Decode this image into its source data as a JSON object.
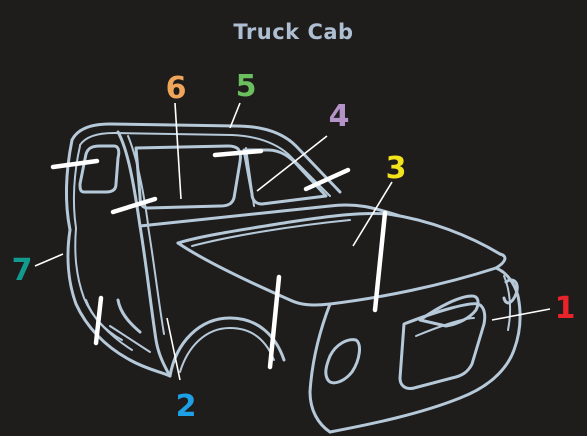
{
  "title": "Truck Cab",
  "colors": {
    "background": "#1f1c1c",
    "outline": "#b6c9d9",
    "title": "#aebfd2",
    "section_lines": "#ffffff"
  },
  "callouts": [
    {
      "id": "1",
      "label": "1",
      "color": "#e8232a"
    },
    {
      "id": "2",
      "label": "2",
      "color": "#1ea0e6"
    },
    {
      "id": "3",
      "label": "3",
      "color": "#f2e41c"
    },
    {
      "id": "4",
      "label": "4",
      "color": "#b493c9"
    },
    {
      "id": "5",
      "label": "5",
      "color": "#6cbf5e"
    },
    {
      "id": "6",
      "label": "6",
      "color": "#f0a65a"
    },
    {
      "id": "7",
      "label": "7",
      "color": "#129a8e"
    }
  ]
}
